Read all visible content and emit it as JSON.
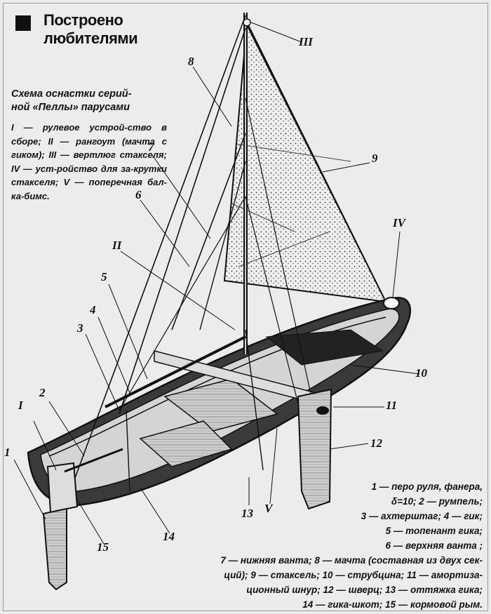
{
  "header": {
    "title_line1": "Построено",
    "title_line2": "любителями"
  },
  "subtitle": {
    "line1": "Схема оснастки серий-",
    "line2": "ной «Пеллы» парусами"
  },
  "legend_left": {
    "text": "I — рулевое устрой-ство в сборе; II — рангоут (мачта с гиком); III — вертлюг стакселя; IV — уст-ройство для за-крутки стакселя; V — поперечная бал-ка-бимс."
  },
  "legend_right": {
    "lines": [
      "1 — перо руля, фанера,",
      "δ=10; 2 — румпель;",
      "3 — ахтерштаг; 4 — гик;",
      "5 — топенант гика;",
      "6 — верхняя ванта ;",
      "7 — нижняя ванта; 8 — мачта (составная из двух сек-",
      "ций); 9 — стаксель; 10 — струбцина; 11 — амортиза-",
      "ционный шнур; 12 — шверц; 13 — оттяжка гика;",
      "14 — гика-шкот; 15 — кормовой рым."
    ]
  },
  "callouts": {
    "n1": "1",
    "n2": "2",
    "n3": "3",
    "n4": "4",
    "n5": "5",
    "n6": "6",
    "n7": "7",
    "n8": "8",
    "n9": "9",
    "n10": "10",
    "n11": "11",
    "n12": "12",
    "n13": "13",
    "n14": "14",
    "n15": "15",
    "r1": "I",
    "r2": "II",
    "r3": "III",
    "r4": "IV",
    "r5": "V"
  }
}
